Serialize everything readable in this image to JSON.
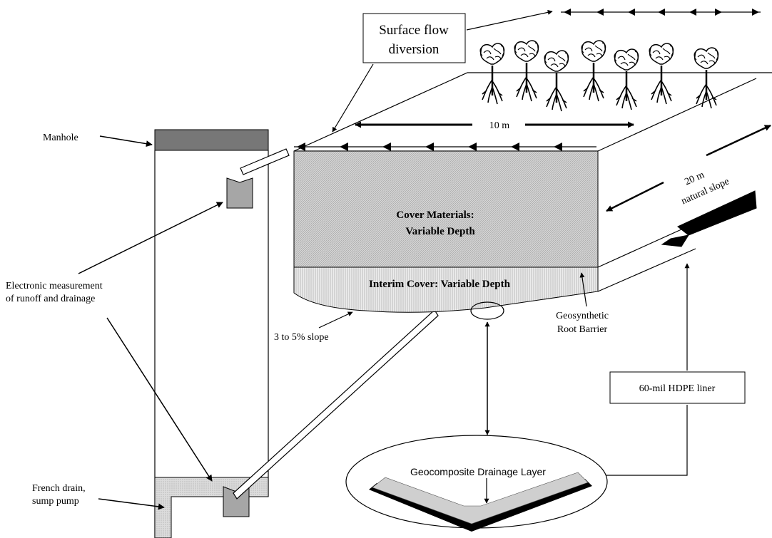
{
  "labels": {
    "manhole": "Manhole",
    "surface_flow_line1": "Surface flow",
    "surface_flow_line2": "diversion",
    "ten_m": "10 m",
    "twenty_m": "20 m",
    "natural_slope": "natural slope",
    "cover_line1": "Cover Materials:",
    "cover_line2": "Variable Depth",
    "interim_cover": "Interim Cover: Variable Depth",
    "electronic_line1": "Electronic measurement",
    "electronic_line2": "of runoff and drainage",
    "slope": "3 to 5% slope",
    "geosynthetic_line1": "Geosynthetic",
    "geosynthetic_line2": "Root Barrier",
    "hdpe": "60-mil HDPE liner",
    "geocomposite": "Geocomposite Drainage Layer",
    "french_line1": "French drain,",
    "french_line2": "sump pump"
  },
  "colors": {
    "manhole_cap": "#7a7a7a",
    "cover_fill": "#d2d2d2",
    "interim_fill": "#e6e6e6",
    "drain_pad": "#d9d9d9",
    "bucket": "#a6a6a6",
    "liner": "#000000",
    "geocomposite": "#c8c8c8"
  }
}
